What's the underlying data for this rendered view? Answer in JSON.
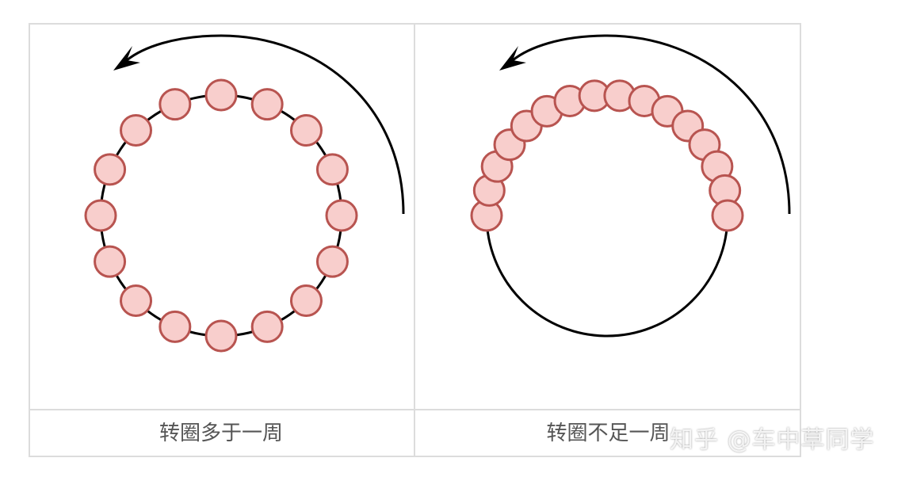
{
  "panels": [
    {
      "caption": "转圈多于一周"
    },
    {
      "caption": "转圈不足一周"
    }
  ],
  "watermark": "知乎 @车中草同学",
  "colors": {
    "bead_fill": "#f8cecc",
    "bead_stroke": "#b85450",
    "line": "#000000",
    "border": "#dcdcdc"
  }
}
